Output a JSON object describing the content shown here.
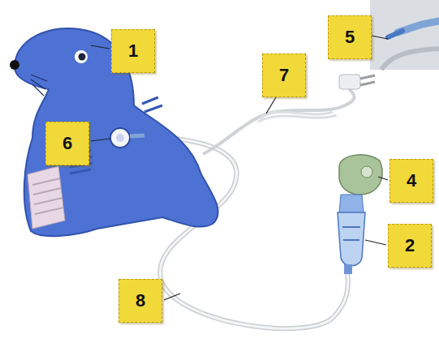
{
  "diagram": {
    "labels": [
      "5",
      "1",
      "7",
      "6",
      "4",
      "2",
      "8"
    ]
  }
}
